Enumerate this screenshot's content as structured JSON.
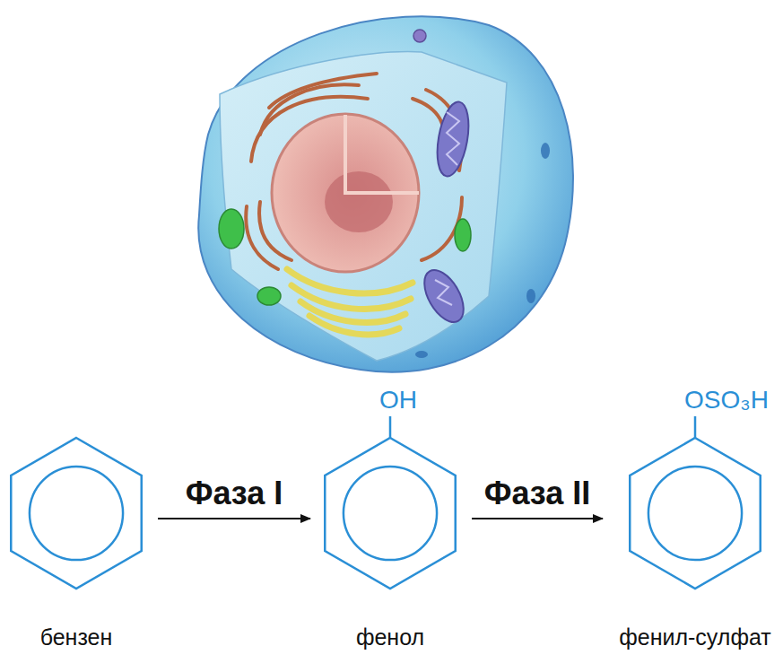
{
  "diagram": {
    "nodes": [
      {
        "text": [
          "бензен"
        ]
      },
      {
        "text": [
          "OH",
          "фенол"
        ]
      },
      {
        "text": [
          "OSO₃H",
          "фенил-сулфат"
        ]
      }
    ],
    "edges": [
      {
        "from": 0,
        "to": 1,
        "arrow": "to",
        "label": "Фаза I"
      },
      {
        "from": 1,
        "to": 2,
        "arrow": "to",
        "label": "Фаза II"
      }
    ]
  }
}
